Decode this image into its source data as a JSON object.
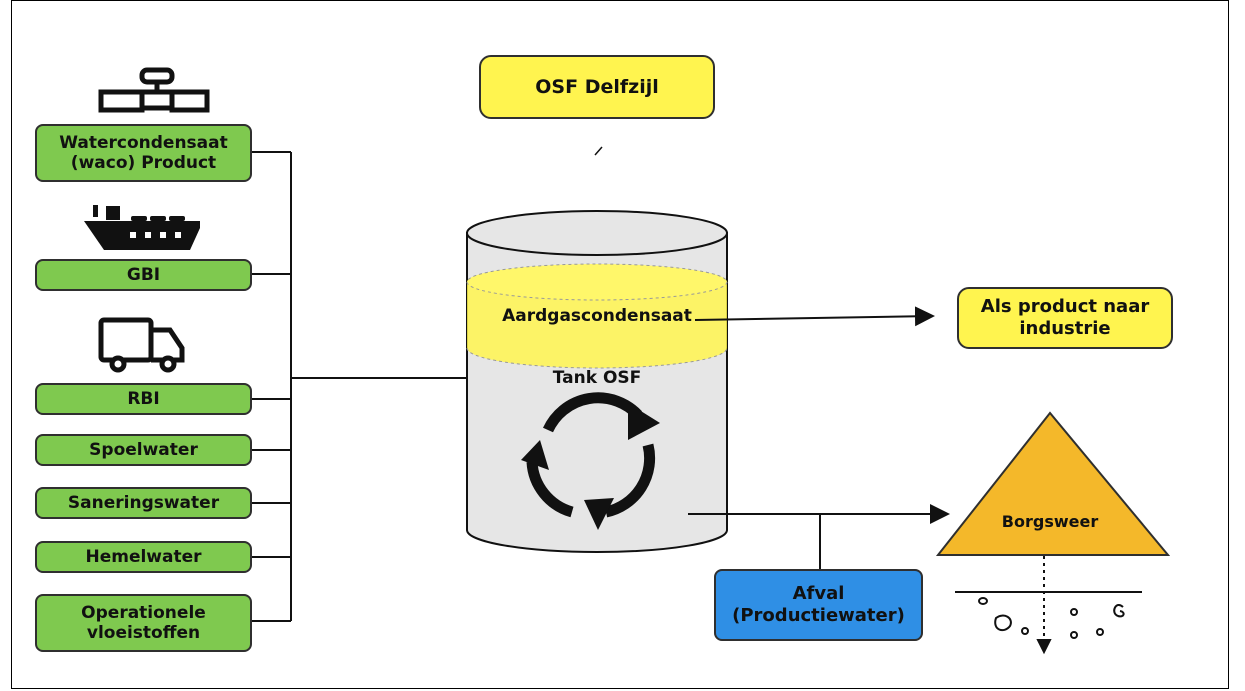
{
  "title": "OSF Delfzijl",
  "inputs": [
    {
      "label": "Watercondensaat (waco) Product"
    },
    {
      "label": "GBI"
    },
    {
      "label": "RBI"
    },
    {
      "label": "Spoelwater"
    },
    {
      "label": "Saneringswater"
    },
    {
      "label": "Hemelwater"
    },
    {
      "label": "Operationele vloeistoffen"
    }
  ],
  "tank": {
    "label": "Tank OSF",
    "layer_label": "Aardgascondensaat"
  },
  "outputs": {
    "product": "Als product naar industrie",
    "waste": "Afval (Productiewater)",
    "destination": "Borgsweer"
  },
  "colors": {
    "green": "#7fc94f",
    "yellow": "#fff44f",
    "blue": "#2f8fe5",
    "orange": "#f4b82a",
    "tank": "#e6e6e6"
  },
  "icons": [
    "pipeline-icon",
    "ship-icon",
    "truck-icon",
    "recycle-icon",
    "soil-icon"
  ]
}
